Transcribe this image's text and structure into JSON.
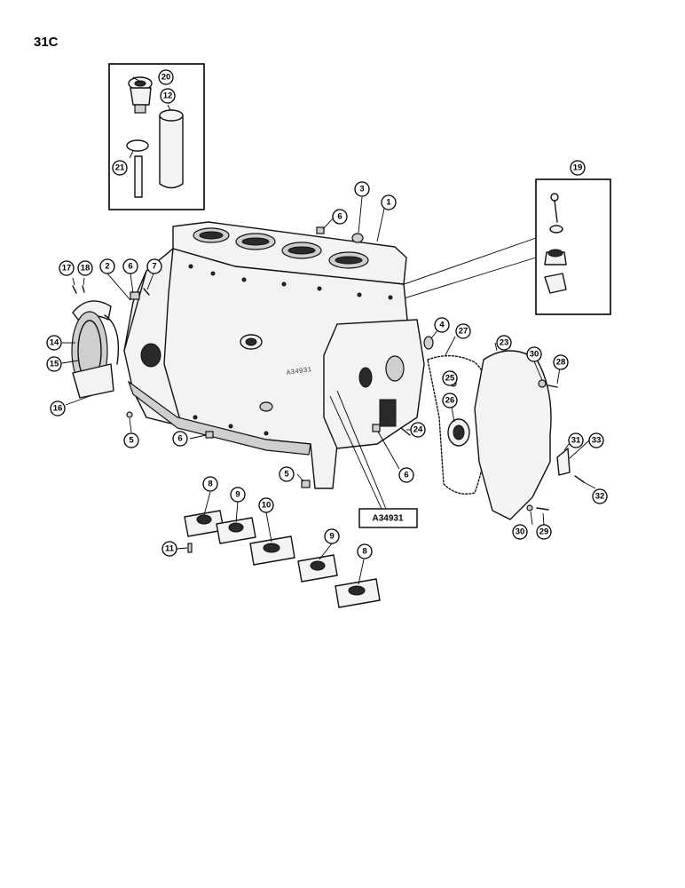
{
  "page": {
    "number_label": "31C"
  },
  "figure": {
    "part_number_label": "A34931",
    "casting_stamp": "A34931"
  },
  "callouts": {
    "c1": "1",
    "c2": "2",
    "c3": "3",
    "c4": "4",
    "c5a": "5",
    "c5b": "5",
    "c6a": "6",
    "c6b": "6",
    "c6c": "6",
    "c6d": "6",
    "c7": "7",
    "c8a": "8",
    "c8b": "8",
    "c9a": "9",
    "c9b": "9",
    "c10": "10",
    "c11": "11",
    "c12": "12",
    "c14": "14",
    "c15": "15",
    "c16": "16",
    "c17": "17",
    "c18": "18",
    "c19": "19",
    "c20": "20",
    "c21": "21",
    "c23": "23",
    "c24": "24",
    "c25": "25",
    "c26": "26",
    "c27": "27",
    "c28": "28",
    "c29": "29",
    "c30a": "30",
    "c30b": "30",
    "c31": "31",
    "c32": "32",
    "c33": "33"
  }
}
